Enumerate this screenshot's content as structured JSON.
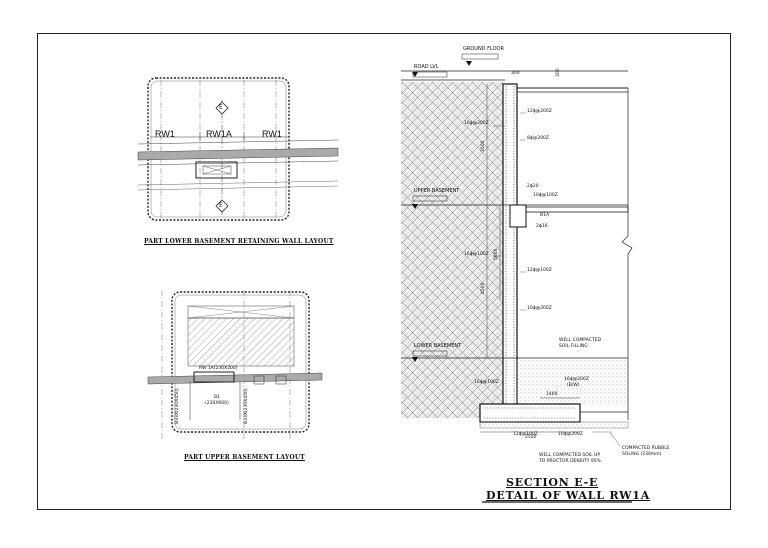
{
  "plans": {
    "lower": {
      "title": "PART LOWER BASEMENT RETAINING WALL LAYOUT",
      "marker": "E",
      "walls": [
        "RW1",
        "RW1A",
        "RW1"
      ]
    },
    "upper": {
      "title": "PART UPPER BASEMENT LAYOUT",
      "wall_tag": "RW 1A(230X200)",
      "beam_tag": "B1",
      "beam_size": "(230X600)",
      "col_left": "B33X(230X450)",
      "col_right": "B33X(230X450)"
    }
  },
  "section": {
    "ground_floor": "GROUND FLOOR",
    "road_lvl": "ROAD LVL",
    "upper_basement": "UPPER BASEMENT",
    "lower_basement": "LOWER BASEMENT",
    "dim_300": "300",
    "dim_300b": "300",
    "dim_3500": "3500",
    "dim_4500": "4500",
    "dim_5000": "5000",
    "dim_1400": "1400",
    "dim_2500": "2500",
    "rebar_1": "16ɸ@200Z",
    "rebar_2": "12ɸ@200Z",
    "rebar_3": "8ɸ@200Z",
    "rebar_4": "2ɸ20",
    "rebar_5": "10ɸ@100Z",
    "rebar_6": "B1A",
    "rebar_7": "2ɸ16",
    "rebar_8": "16ɸ@100Z",
    "rebar_9": "12ɸ@100Z",
    "rebar_10": "10ɸ@200Z",
    "rebar_11": "16ɸ@100Z",
    "rebar_12": "16ɸ@200Z",
    "rebar_12b": "(B/W)",
    "rebar_13": "12ɸ@100Z",
    "rebar_14": "10ɸ@200Z",
    "note_soil_1": "WELL COMPACTED",
    "note_soil_2": "SOIL FILLING",
    "note_compact_1": "WELL COMPACTED SOIL UP",
    "note_compact_2": "TO PROCTOR DENSITY 95%",
    "note_rubble_1": "COMPACTED RUBBLE",
    "note_rubble_2": "SOLING (230mm)"
  },
  "titles": {
    "section": "SECTION E-E",
    "detail": "DETAIL OF WALL RW1A"
  }
}
